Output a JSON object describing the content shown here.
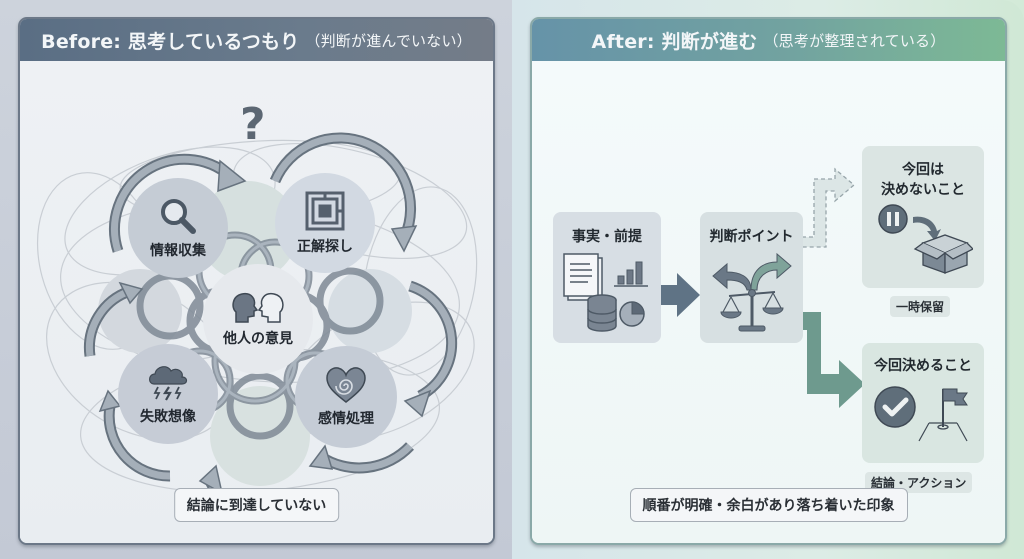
{
  "before": {
    "title": "Before: 思考しているつもり",
    "subtitle": "（判断が進んでいない）",
    "question_mark": "?",
    "bubbles": [
      {
        "label": "情報収集",
        "icon": "search-icon"
      },
      {
        "label": "正解探し",
        "icon": "maze-icon"
      },
      {
        "label": "他人の意見",
        "icon": "two-heads-icon"
      },
      {
        "label": "失敗想像",
        "icon": "storm-cloud-icon"
      },
      {
        "label": "感情処理",
        "icon": "spiral-heart-icon"
      }
    ],
    "caption": "結論に到達していない",
    "colors": {
      "header": "#5a6e84",
      "border": "#6c7888",
      "arrow": "#8b96a2"
    }
  },
  "after": {
    "title": "After: 判断が進む",
    "subtitle": "（思考が整理されている）",
    "cards": {
      "facts": {
        "label": "事実・前提",
        "icon": "documents-data-icon"
      },
      "decision_point": {
        "label": "判断ポイント",
        "icon": "scales-fork-icon"
      },
      "not_deciding": {
        "label_line1": "今回は",
        "label_line2": "決めないこと",
        "icon": "pause-box-icon",
        "tag": "一時保留"
      },
      "deciding": {
        "label": "今回決めること",
        "icon": "check-flag-icon",
        "tag": "結論・アクション"
      }
    },
    "caption": "順番が明確・余白があり落ち着いた印象",
    "colors": {
      "header_start": "#6693a8",
      "header_end": "#7db995",
      "arrow_main": "#5f7385",
      "arrow_green": "#6e9a8e"
    }
  }
}
